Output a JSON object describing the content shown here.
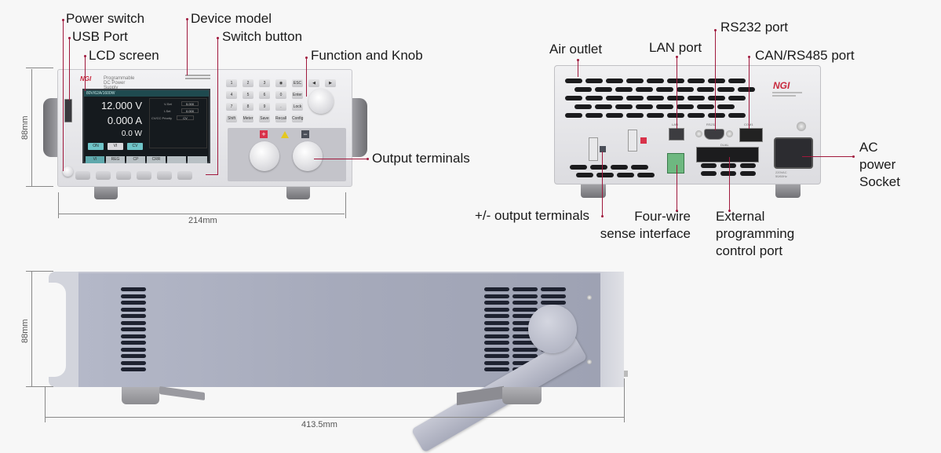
{
  "front_view": {
    "brand": "NGI",
    "panel_title": "Programmable DC Power Supply",
    "lcd": {
      "header": "80V/62A/1600W",
      "voltage": "12.000 V",
      "current": "0.000 A",
      "power": "0.0 W",
      "buttons": [
        "ON",
        "VI",
        "CV"
      ],
      "settings": [
        {
          "label": "V-Set",
          "value": "5.000",
          "unit": "V"
        },
        {
          "label": "I-Set",
          "value": "0.000",
          "unit": "A"
        },
        {
          "label": "CV/CC Priority",
          "value": "CV",
          "unit": ""
        }
      ],
      "softkeys": [
        "VI",
        "REG",
        "CP",
        "CRR",
        "",
        ""
      ]
    },
    "keypad": [
      "1",
      "2",
      "3",
      "◉",
      "ESC",
      "◀",
      "▶",
      "4",
      "5",
      "6",
      "0",
      "Enter",
      "7",
      "8",
      "9",
      ".",
      "Lock",
      "Shift",
      "Meter",
      "Save",
      "Recall",
      "Config"
    ],
    "terminal_signs": {
      "positive": "+",
      "negative": "−"
    },
    "labels": {
      "power_switch": "Power switch",
      "usb_port": "USB Port",
      "lcd_screen": "LCD screen",
      "device_model": "Device model",
      "switch_button": "Switch button",
      "function_knob": "Function and Knob",
      "output_terminals": "Output terminals"
    },
    "dimensions": {
      "height": "88mm",
      "width": "214mm"
    }
  },
  "rear_view": {
    "brand": "NGI",
    "port_marks": {
      "lan": "LAN",
      "rs232": "RS232",
      "com1": "COM1",
      "dual": "DUAL"
    },
    "ac_rating": "220VAC 50/60Hz",
    "labels": {
      "air_outlet": "Air outlet",
      "lan_port": "LAN port",
      "rs232_port": "RS232 port",
      "can_rs485_port": "CAN/RS485 port",
      "ac_power_socket_line1": "AC power",
      "ac_power_socket_line2": "Socket",
      "output_terminals": "+/- output terminals",
      "four_wire_line1": "Four-wire",
      "four_wire_line2": "sense interface",
      "ext_prog_line1": "External programming",
      "ext_prog_line2": "control port"
    }
  },
  "side_view": {
    "dimensions": {
      "height": "88mm",
      "length": "413.5mm"
    }
  },
  "colors": {
    "leader_line": "#a0183c",
    "plus_terminal": "#d8324a",
    "minus_terminal": "#4a4e58",
    "lcd_accent": "#6fc4c8"
  }
}
